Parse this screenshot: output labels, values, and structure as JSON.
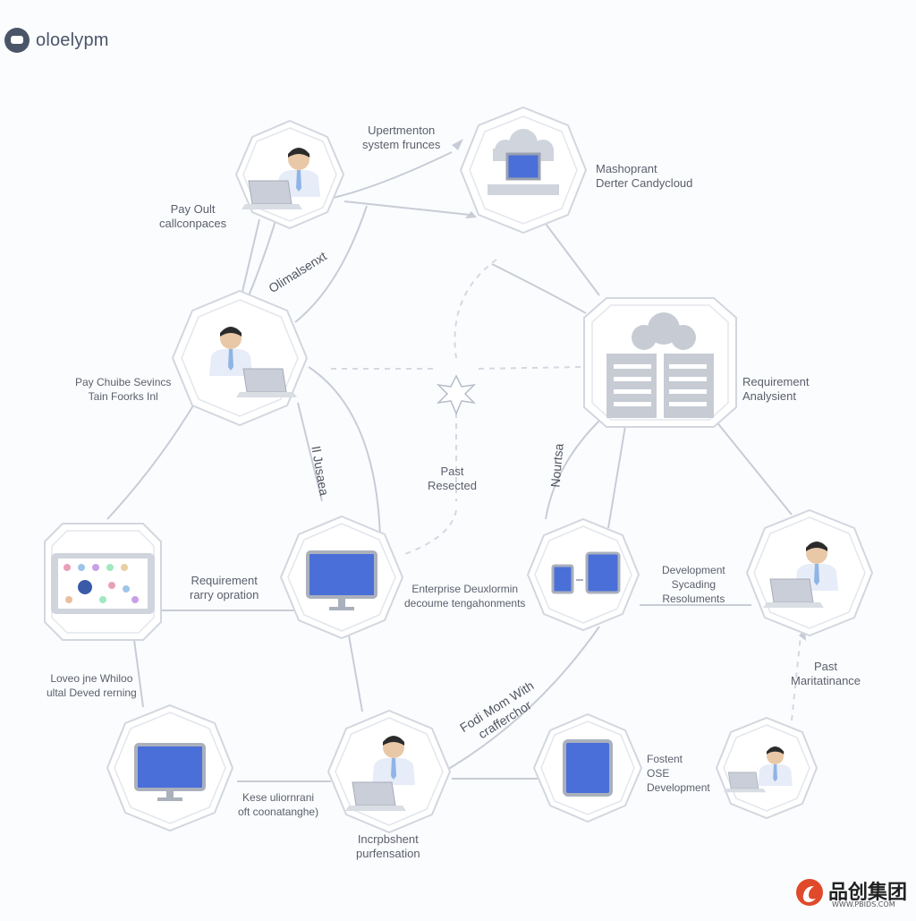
{
  "brand": {
    "name": "oloelypm"
  },
  "watermark": {
    "text": "品创集团",
    "url": "WWW.PBIDS.COM"
  },
  "labels": {
    "top_center": [
      "Upertmenton",
      "system frunces"
    ],
    "top_right": [
      "Mashoprant",
      "Derter Candycloud"
    ],
    "left_top": [
      "Pay Oult",
      "callconpaces"
    ],
    "left_mid": [
      "Pay Chuibe Sevincs",
      "Tain Foorks Inl"
    ],
    "right_mid": [
      "Requirement",
      "Analysient"
    ],
    "center": [
      "Past",
      "Resected"
    ],
    "req_op": [
      "Requirement",
      "rarry opration"
    ],
    "enterprise": [
      "Enterprise Deuxlormin",
      "decoume tengahonments"
    ],
    "dev_sync": [
      "Development",
      "Sycading",
      "Resoluments"
    ],
    "past_maint": [
      "Past",
      "Maritatinance"
    ],
    "loved": [
      "Loveo jne Whiloo",
      "ultal Deved rerning"
    ],
    "kese": [
      "Kese uliornrani",
      "oft coonatanghe)"
    ],
    "inspr": [
      "Incrpbshent",
      "purfensation"
    ],
    "fostent": [
      "Fostent",
      "OSE",
      "Development"
    ],
    "rot1": "Olimalsenxt",
    "rot2": "Il Jusaea",
    "rot3": "Nourtsa",
    "rot4": "Fodi Mom With crafferchor"
  }
}
